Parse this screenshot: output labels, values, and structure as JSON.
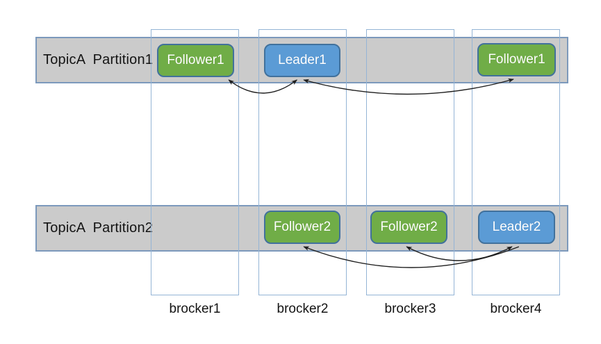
{
  "diagram": {
    "bands": [
      {
        "id": "partition1",
        "label": "TopicA  Partition1"
      },
      {
        "id": "partition2",
        "label": "TopicA  Partition2"
      }
    ],
    "brokers": [
      {
        "id": "brocker1",
        "label": "brocker1"
      },
      {
        "id": "brocker2",
        "label": "brocker2"
      },
      {
        "id": "brocker3",
        "label": "brocker3"
      },
      {
        "id": "brocker4",
        "label": "brocker4"
      }
    ],
    "nodes": [
      {
        "id": "follower1-b1",
        "label": "Follower1",
        "role": "follower",
        "partition": "TopicA Partition1",
        "broker": "brocker1",
        "color": "green"
      },
      {
        "id": "leader1-b2",
        "label": "Leader1",
        "role": "leader",
        "partition": "TopicA Partition1",
        "broker": "brocker2",
        "color": "blue"
      },
      {
        "id": "follower1-b4",
        "label": "Follower1",
        "role": "follower",
        "partition": "TopicA Partition1",
        "broker": "brocker4",
        "color": "green"
      },
      {
        "id": "follower2-b2",
        "label": "Follower2",
        "role": "follower",
        "partition": "TopicA Partition2",
        "broker": "brocker2",
        "color": "green"
      },
      {
        "id": "follower2-b3",
        "label": "Follower2",
        "role": "follower",
        "partition": "TopicA Partition2",
        "broker": "brocker3",
        "color": "green"
      },
      {
        "id": "leader2-b4",
        "label": "Leader2",
        "role": "leader",
        "partition": "TopicA Partition2",
        "broker": "brocker4",
        "color": "blue"
      }
    ],
    "arrows": [
      {
        "from": "follower1-b1",
        "to": "leader1-b2",
        "fx_from": 0.93,
        "fx_to": 0.43,
        "dip": 19,
        "double": true
      },
      {
        "from": "leader1-b2",
        "to": "follower1-b4",
        "fx_from": 0.52,
        "fx_to": 0.46,
        "dip": 21,
        "double": true
      },
      {
        "from": "follower2-b3",
        "to": "leader2-b4",
        "fx_from": 0.47,
        "fx_to": 0.44,
        "dip": 20,
        "double": true
      },
      {
        "from": "leader2-b4",
        "to": "follower2-b2",
        "fx_from": 0.53,
        "fx_to": 0.52,
        "dip": 30,
        "double": false
      }
    ],
    "colors": {
      "green": "#70ad47",
      "blue": "#5b9bd5",
      "node_border": "#41719c",
      "band_fill": "#cbcbcb",
      "band_border": "#7c99bc",
      "column_border": "#94b4d6",
      "arrow": "#1f1f1f"
    }
  }
}
